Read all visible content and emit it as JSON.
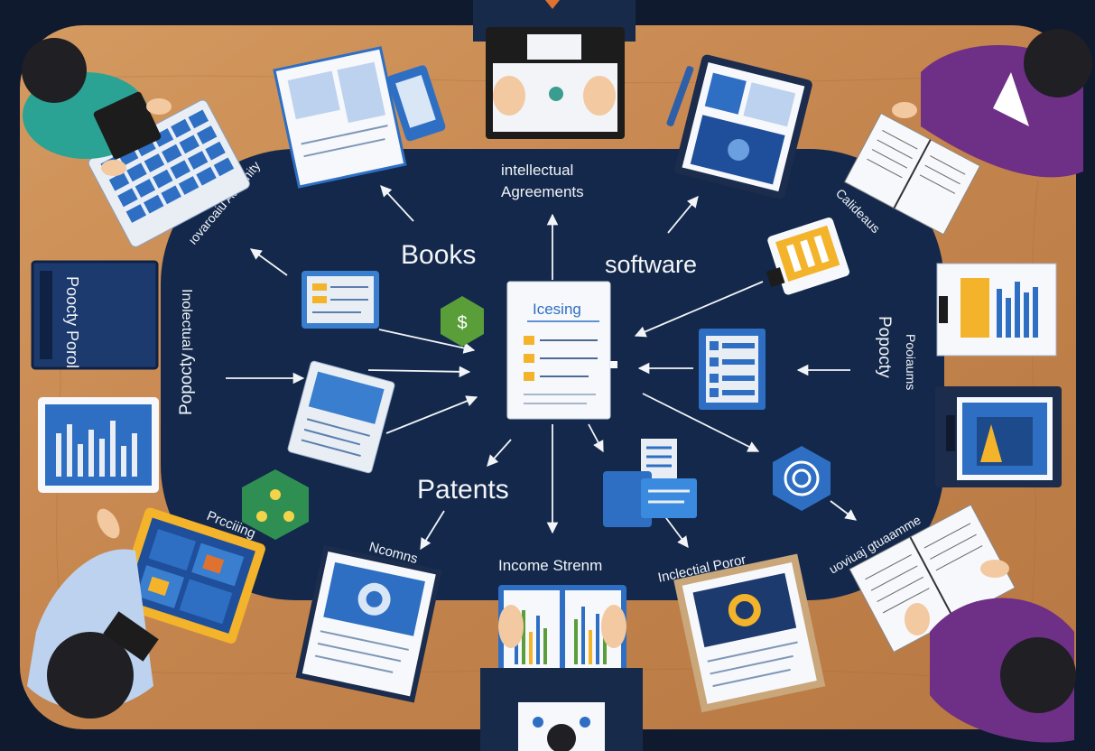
{
  "labels": {
    "intellectual_agreements_1": "intellectual",
    "intellectual_agreements_2": "Agreements",
    "books": "Books",
    "software": "software",
    "patents": "Patents",
    "income_stream": "Income Strenm",
    "licensing_doc": "Icesing",
    "left_side_1": "Inolectual",
    "left_side_2": "Popocty",
    "right_side_1": "Popocty",
    "right_side_2": "Pooiaums",
    "top_left_curve": "ıovaroaiu Aummity",
    "top_right_curve": "Calideaus",
    "bottom_left_1": "Prcciiing",
    "bottom_left_2": "Ncomns",
    "bottom_right_1": "Inclectial Poror",
    "bottom_right_2": "uoviuaj gtuaamme",
    "book_spine": "Poocty Porol"
  },
  "icons": {
    "dollar": "$"
  },
  "colors": {
    "background": "#0f1a2e",
    "table_wood": "#c98a52",
    "board": "#13284a",
    "accent_blue": "#2e6fc4",
    "accent_green": "#5a9e3a",
    "accent_orange": "#f3b32a"
  }
}
